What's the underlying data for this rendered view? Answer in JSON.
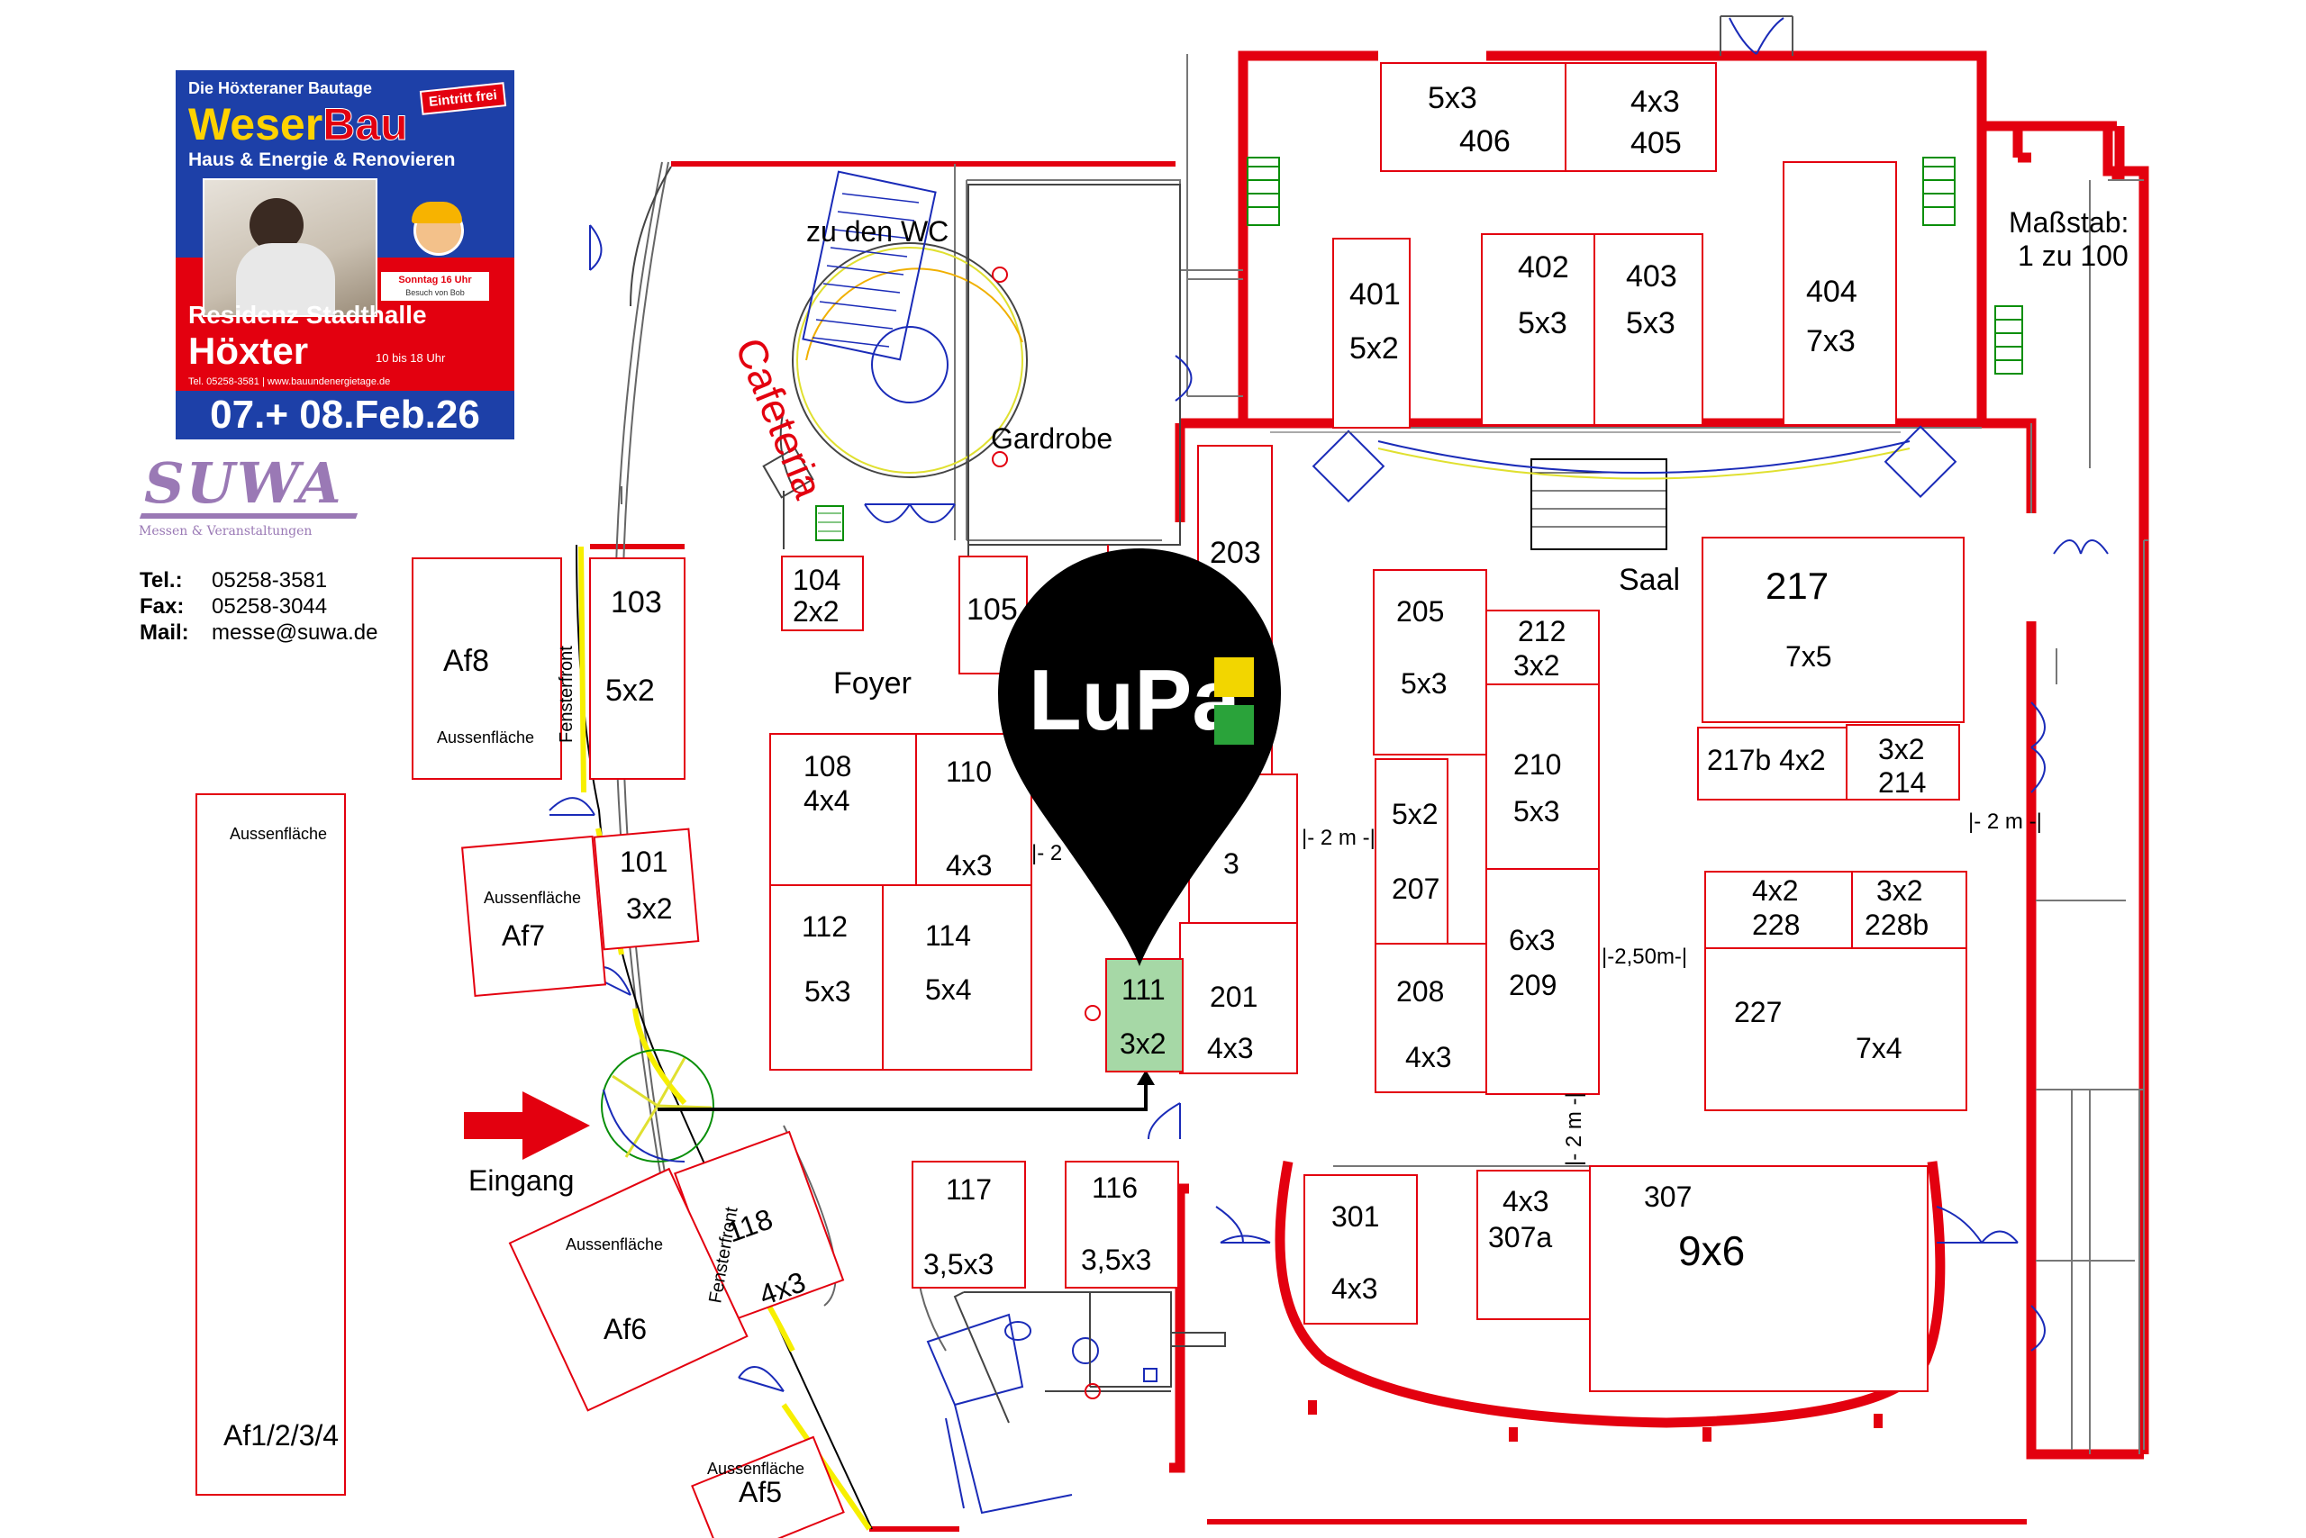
{
  "poster": {
    "kicker": "Die Höxteraner Bautage",
    "badge": "Eintritt frei",
    "brand_part1": "Weser",
    "brand_part2": "Bau",
    "subtitle": "Haus & Energie & Renovieren",
    "mascot_note": "Sonntag 16 Uhr",
    "mascot_note_small": "Besuch von Bob",
    "venue_line1": "Residenz Stadthalle",
    "venue_line2": "Höxter",
    "hours": "10 bis 18 Uhr",
    "contact_line": "Tel. 05258-3581 | www.bauundenergietage.de",
    "dates": "07.+ 08.Feb.26"
  },
  "organizer": {
    "name": "SUWA",
    "tagline": "Messen & Veranstaltungen",
    "phone_label": "Tel.:",
    "phone": "05258-3581",
    "fax_label": "Fax:",
    "fax": "05258-3044",
    "mail_label": "Mail:",
    "mail": "messe@suwa.de"
  },
  "marker": {
    "brand": "LuPa",
    "stand": "111",
    "size": "3x2",
    "colors": {
      "pin": "#000000",
      "yellow": "#f2d600",
      "green": "#2aa33a",
      "highlight": "#a6d8a6"
    }
  },
  "rooms": {
    "wc": "zu den WC",
    "cafeteria": "Cafeteria",
    "gardrobe": "Gardrobe",
    "foyer": "Foyer",
    "saal": "Saal",
    "entrance": "Eingang",
    "scale_line1": "Maßstab:",
    "scale_line2": "1 zu 100",
    "window_front": "Fensterfront"
  },
  "measurements": {
    "m1": "|- 2 m -|",
    "m2": "|- 2 m -|",
    "m3": "|-2,50m-|",
    "m4": "|- 2 m -|",
    "m5": "|- 2"
  },
  "booths": {
    "b406": {
      "size": "5x3",
      "num": "406"
    },
    "b405": {
      "size": "4x3",
      "num": "405"
    },
    "b401": {
      "num": "401",
      "size": "5x2"
    },
    "b402": {
      "num": "402",
      "size": "5x3"
    },
    "b403": {
      "num": "403",
      "size": "5x3"
    },
    "b404": {
      "num": "404",
      "size": "7x3"
    },
    "b203": {
      "num": "203"
    },
    "b104": {
      "num": "104",
      "size": "2x2"
    },
    "b105": {
      "num": "105"
    },
    "b103": {
      "num": "103",
      "size": "5x2"
    },
    "b108": {
      "num": "108",
      "size": "4x4"
    },
    "b110": {
      "num": "110",
      "size": "4x3"
    },
    "b112": {
      "num": "112",
      "size": "5x3"
    },
    "b114": {
      "num": "114",
      "size": "5x4"
    },
    "b101": {
      "num": "101",
      "size": "3x2"
    },
    "b201": {
      "num": "201",
      "size": "4x3"
    },
    "b205": {
      "num": "205",
      "size": "5x3"
    },
    "b212": {
      "num": "212",
      "size": "3x2"
    },
    "b210": {
      "num": "210",
      "size": "5x3"
    },
    "b207": {
      "size": "5x2",
      "num": "207"
    },
    "b208": {
      "num": "208",
      "size": "4x3"
    },
    "b209": {
      "size": "6x3",
      "num": "209"
    },
    "b217": {
      "num": "217",
      "size": "7x5"
    },
    "b217b": {
      "label": "217b 4x2"
    },
    "b214": {
      "size": "3x2",
      "num": "214"
    },
    "b228": {
      "size": "4x2",
      "num": "228"
    },
    "b228b": {
      "size": "3x2",
      "num": "228b"
    },
    "b227": {
      "num": "227",
      "size": "7x4"
    },
    "b117": {
      "num": "117",
      "size": "3,5x3"
    },
    "b116": {
      "num": "116",
      "size": "3,5x3"
    },
    "b118": {
      "num": "118",
      "size": "4x3"
    },
    "b301": {
      "num": "301",
      "size": "4x3"
    },
    "b307a": {
      "size": "4x3",
      "num": "307a"
    },
    "b307": {
      "num": "307",
      "size": "9x6"
    },
    "b213": {
      "size": "3"
    }
  },
  "outdoor": {
    "label": "Aussenfläche",
    "af8": "Af8",
    "af7": "Af7",
    "af6": "Af6",
    "af5": "Af5",
    "af1234": "Af1/2/3/4"
  }
}
